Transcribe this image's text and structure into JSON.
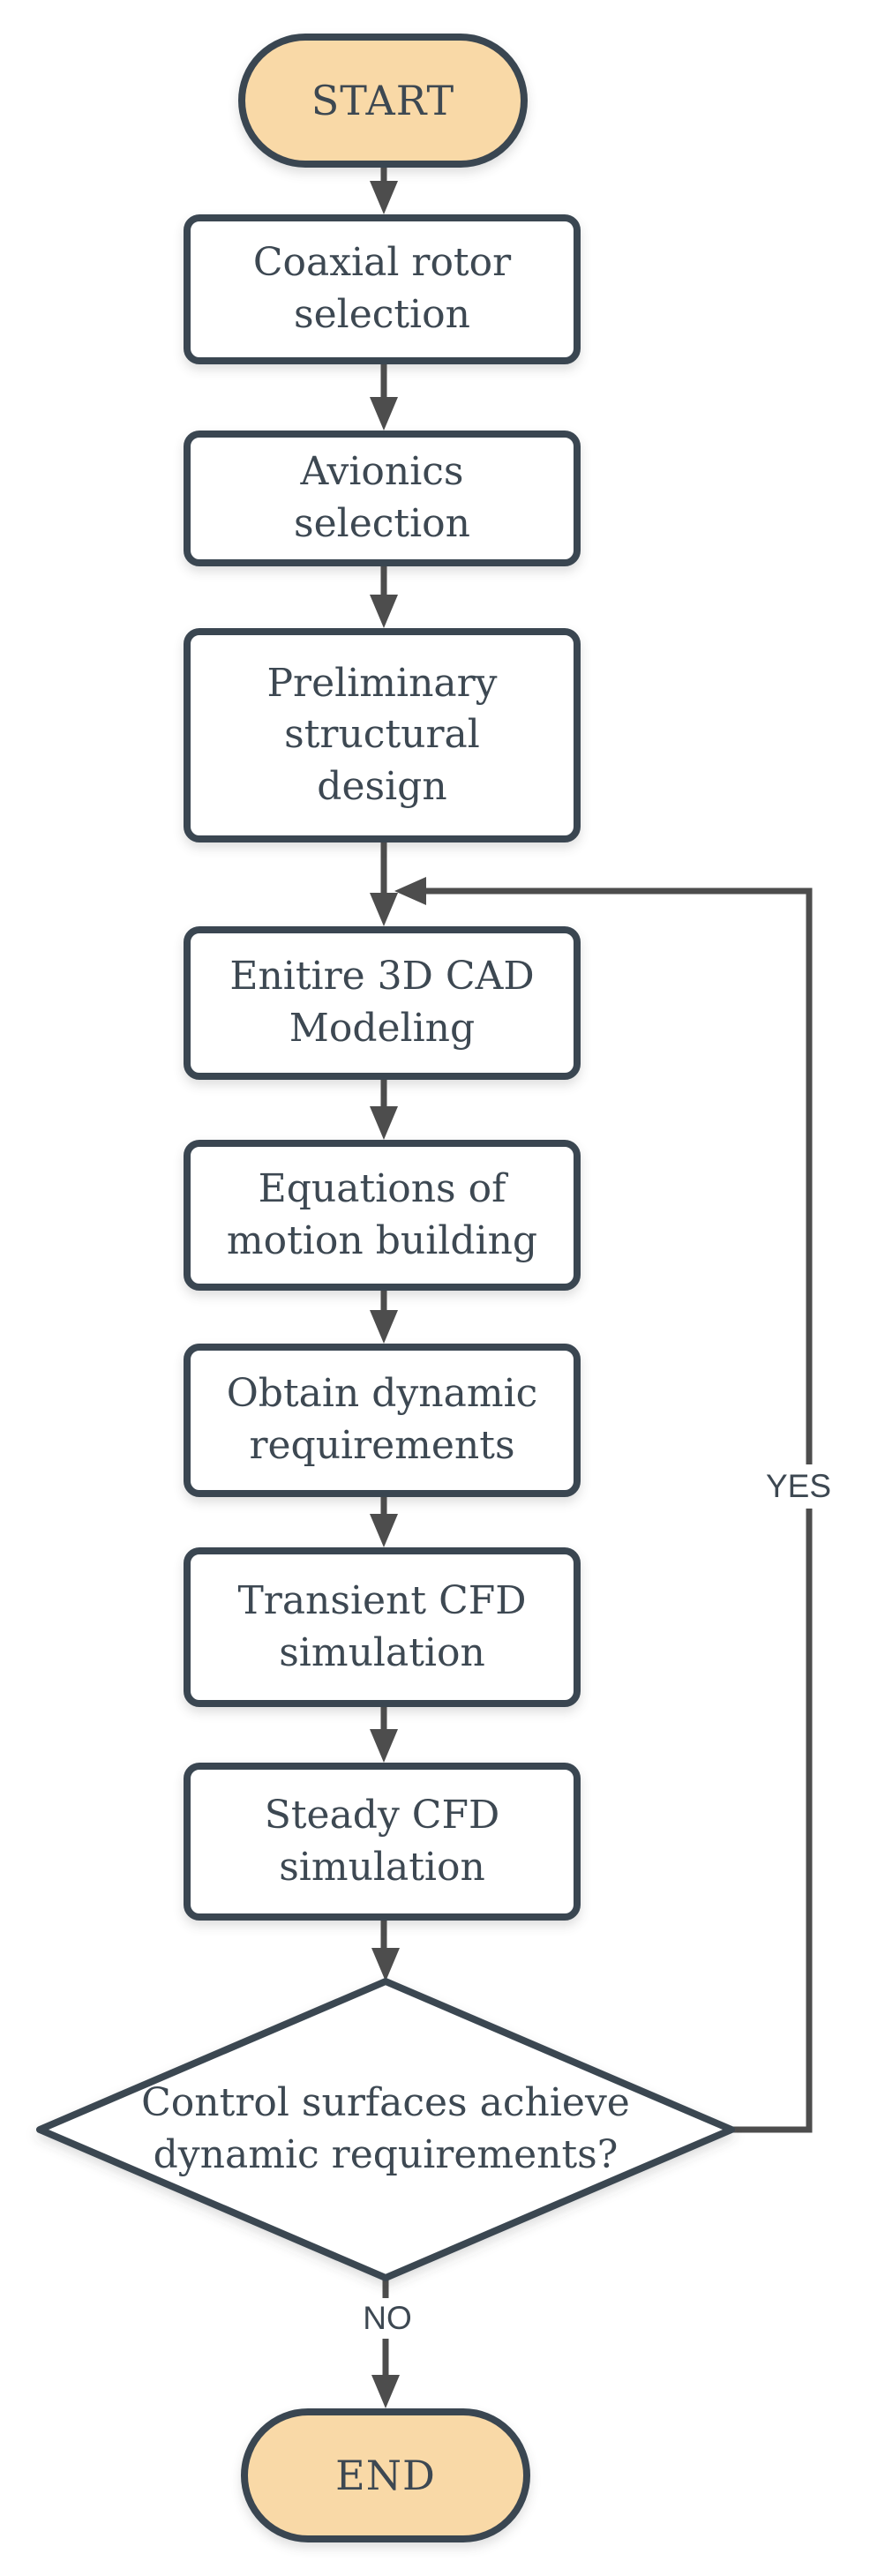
{
  "flowchart": {
    "colors": {
      "node_border": "#3a4651",
      "arrow_color": "#4d4d4d",
      "terminator_fill": "#f9d9a7",
      "process_fill": "#ffffff",
      "text_color": "#3d4852",
      "canvas_bg": "#ffffff"
    },
    "nodes": {
      "start": {
        "type": "terminator",
        "label": "START"
      },
      "coaxial_rotor_selection": {
        "type": "process",
        "label": "Coaxial rotor\nselection"
      },
      "avionics_selection": {
        "type": "process",
        "label": "Avionics\nselection"
      },
      "preliminary_structural_design": {
        "type": "process",
        "label": "Preliminary\nstructural\ndesign"
      },
      "cad_modeling": {
        "type": "process",
        "label": "Enitire 3D CAD\nModeling"
      },
      "equations_of_motion": {
        "type": "process",
        "label": "Equations of\nmotion building"
      },
      "obtain_dynamic_requirements": {
        "type": "process",
        "label": "Obtain dynamic\nrequirements"
      },
      "transient_cfd": {
        "type": "process",
        "label": "Transient CFD\nsimulation"
      },
      "steady_cfd": {
        "type": "process",
        "label": "Steady CFD\nsimulation"
      },
      "decision": {
        "type": "decision",
        "label": "Control surfaces achieve\ndynamic requirements?"
      },
      "end": {
        "type": "terminator",
        "label": "END"
      }
    },
    "edges": [
      {
        "from": "start",
        "to": "coaxial_rotor_selection",
        "label": ""
      },
      {
        "from": "coaxial_rotor_selection",
        "to": "avionics_selection",
        "label": ""
      },
      {
        "from": "avionics_selection",
        "to": "preliminary_structural_design",
        "label": ""
      },
      {
        "from": "preliminary_structural_design",
        "to": "cad_modeling",
        "label": ""
      },
      {
        "from": "cad_modeling",
        "to": "equations_of_motion",
        "label": ""
      },
      {
        "from": "equations_of_motion",
        "to": "obtain_dynamic_requirements",
        "label": ""
      },
      {
        "from": "obtain_dynamic_requirements",
        "to": "transient_cfd",
        "label": ""
      },
      {
        "from": "transient_cfd",
        "to": "steady_cfd",
        "label": ""
      },
      {
        "from": "steady_cfd",
        "to": "decision",
        "label": ""
      },
      {
        "from": "decision",
        "to": "end",
        "label": "NO"
      },
      {
        "from": "decision",
        "to": "cad_modeling",
        "label": "YES"
      }
    ]
  }
}
